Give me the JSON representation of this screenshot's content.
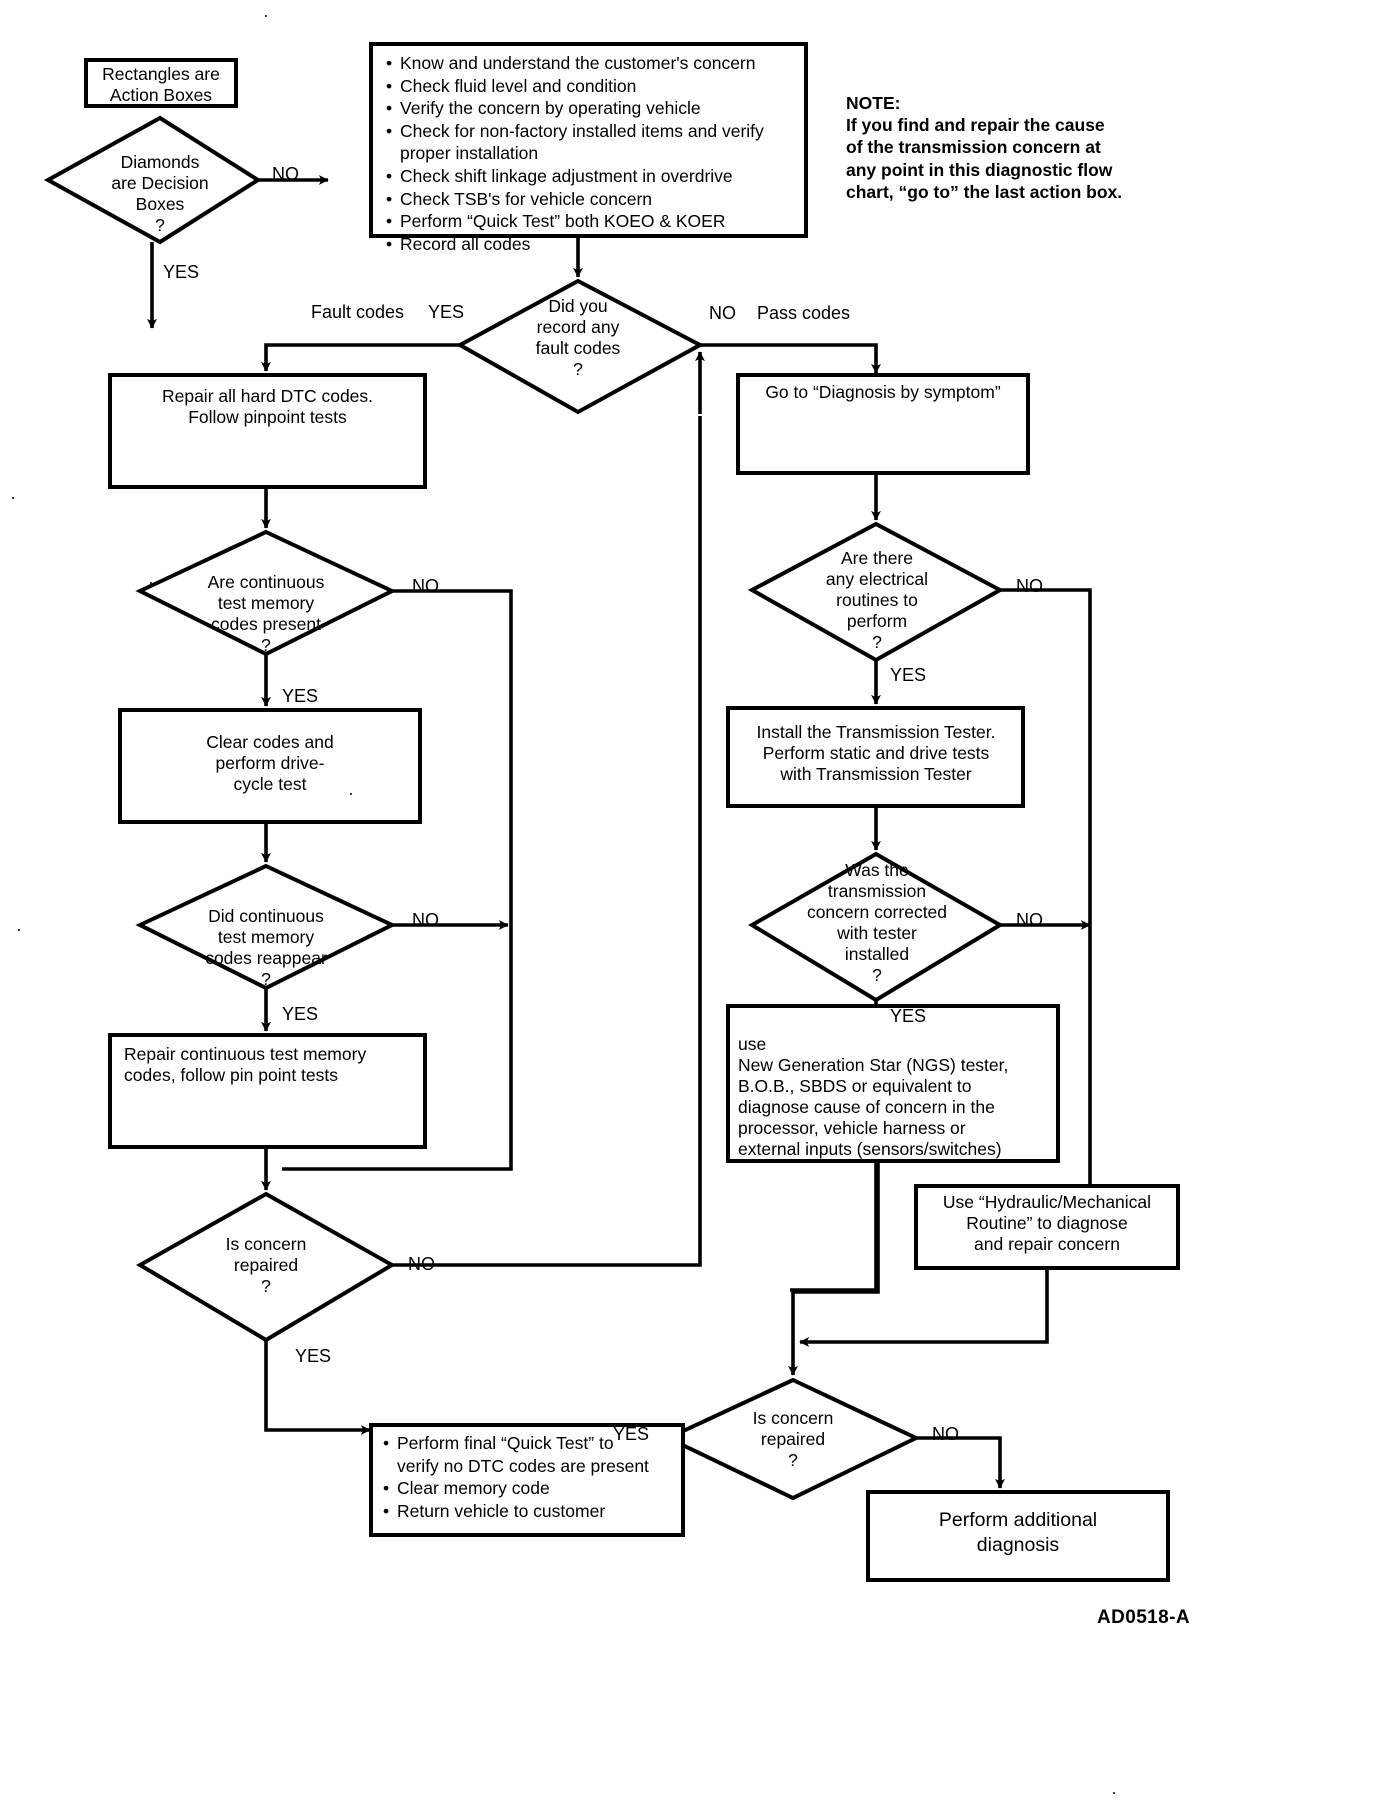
{
  "figure": {
    "code": "AD0518-A",
    "legend": {
      "rectangles_label": "Rectangles are\nAction Boxes",
      "diamond_label": "Diamonds\nare Decision\nBoxes\n?",
      "diamond_no": "NO",
      "diamond_yes": "YES"
    },
    "note": {
      "heading": "NOTE:",
      "body": "If you find and repair the cause\nof the transmission concern at\nany point in this diagnostic flow\nchart, “go to” the last action box."
    }
  },
  "nodes": {
    "initial_checks": {
      "type": "action",
      "items": [
        {
          "text": "Know and understand the customer's concern",
          "continuation": false
        },
        {
          "text": "Check fluid level and condition",
          "continuation": false
        },
        {
          "text": "Verify the concern by operating vehicle",
          "continuation": false
        },
        {
          "text": "Check for non-factory installed items and verify",
          "continuation": false
        },
        {
          "text": "proper installation",
          "continuation": true
        },
        {
          "text": "Check shift linkage adjustment in overdrive",
          "continuation": false
        },
        {
          "text": "Check TSB's for vehicle concern",
          "continuation": false
        },
        {
          "text": "Perform “Quick Test” both KOEO & KOER",
          "continuation": false
        },
        {
          "text": "Record all codes",
          "continuation": false
        }
      ]
    },
    "record_fault_codes": {
      "type": "decision",
      "text": "Did you\nrecord any\nfault codes\n?",
      "yes_label": "YES",
      "no_label": "NO",
      "yes_branch_note": "Fault codes",
      "no_branch_note": "Pass codes"
    },
    "repair_hard_dtc": {
      "type": "action",
      "text": "Repair all hard DTC codes.\nFollow pinpoint tests"
    },
    "continuous_codes_present": {
      "type": "decision",
      "text": "Are continuous\ntest memory\ncodes present\n?",
      "yes_label": "YES",
      "no_label": "NO"
    },
    "clear_codes_drive_cycle": {
      "type": "action",
      "text": "Clear codes and\nperform drive-\ncycle test"
    },
    "codes_reappear": {
      "type": "decision",
      "text": "Did continuous\ntest memory\ncodes reappear\n?",
      "yes_label": "YES",
      "no_label": "NO"
    },
    "repair_continuous_codes": {
      "type": "action",
      "text": "Repair continuous test memory\ncodes, follow pin point tests"
    },
    "is_concern_repaired_left": {
      "type": "decision",
      "text": "Is concern\nrepaired\n?",
      "yes_label": "YES",
      "no_label": "NO"
    },
    "diagnosis_by_symptom": {
      "type": "action",
      "text": "Go to “Diagnosis by symptom”"
    },
    "electrical_routines": {
      "type": "decision",
      "text": "Are there\nany electrical\nroutines to\nperform\n?",
      "yes_label": "YES",
      "no_label": "NO"
    },
    "install_tester": {
      "type": "action",
      "text": "Install the Transmission Tester.\nPerform static and drive tests\nwith Transmission Tester"
    },
    "corrected_with_tester": {
      "type": "decision",
      "text": "Was the\ntransmission\nconcern corrected\nwith tester\ninstalled\n?",
      "yes_label": "YES",
      "no_label": "NO"
    },
    "use_ngs": {
      "type": "action",
      "text": "use\nNew Generation Star (NGS) tester,\nB.O.B., SBDS or equivalent to\ndiagnose cause of concern in the\nprocessor, vehicle harness or\nexternal inputs (sensors/switches)"
    },
    "hydraulic_routine": {
      "type": "action",
      "text": "Use “Hydraulic/Mechanical\nRoutine” to diagnose\nand repair concern"
    },
    "is_concern_repaired_bottom": {
      "type": "decision",
      "text": "Is concern\nrepaired\n?",
      "yes_label": "YES",
      "no_label": "NO"
    },
    "final_verification": {
      "type": "action",
      "items": [
        {
          "text": "Perform final “Quick Test” to",
          "continuation": false
        },
        {
          "text": "verify no DTC codes are present",
          "continuation": true
        },
        {
          "text": "Clear memory code",
          "continuation": false
        },
        {
          "text": "Return vehicle to customer",
          "continuation": false
        }
      ]
    },
    "additional_diagnosis": {
      "type": "action",
      "text": "Perform additional\ndiagnosis"
    }
  },
  "colors": {
    "ink": "#000000",
    "paper": "#ffffff"
  }
}
